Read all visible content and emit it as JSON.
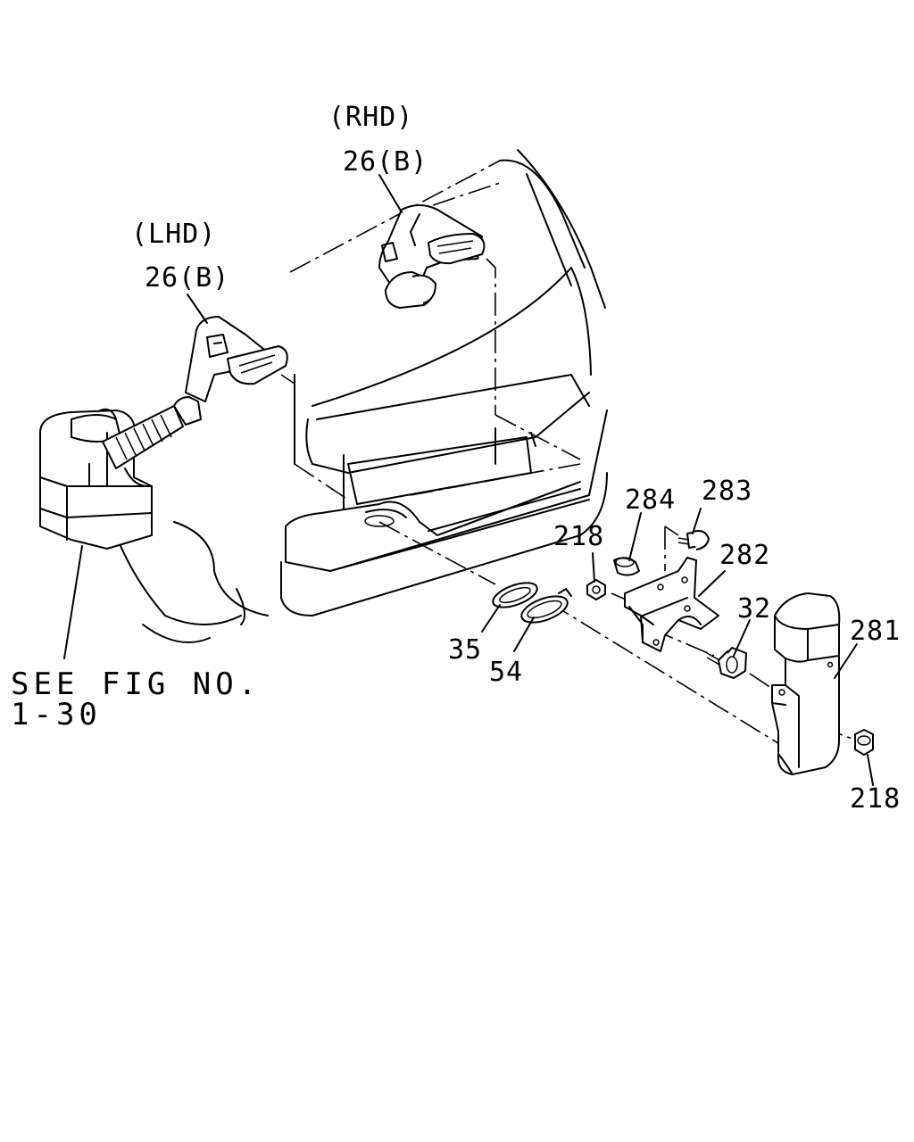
{
  "labels": {
    "rhd": "(RHD)",
    "lhd": "(LHD)",
    "rhd_part": "26(B)",
    "lhd_part": "26(B)",
    "p284": "284",
    "p283": "283",
    "p218_top": "218",
    "p282": "282",
    "p32": "32",
    "p281": "281",
    "p35": "35",
    "p54": "54",
    "p218_bottom": "218",
    "see_fig_line1": "SEE FIG NO.",
    "see_fig_line2": "1-30"
  }
}
